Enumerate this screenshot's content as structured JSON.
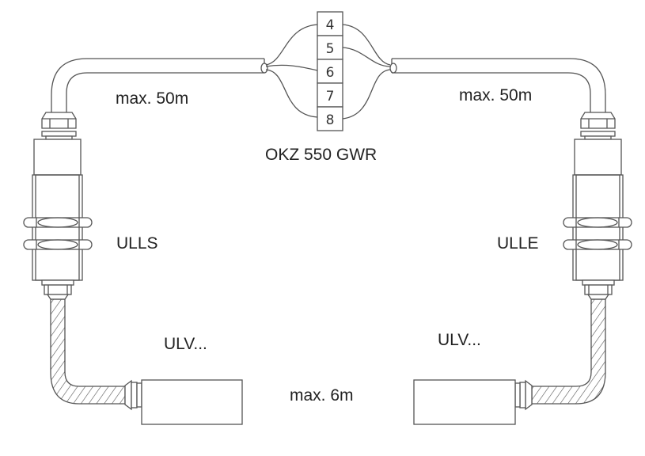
{
  "diagram": {
    "title": "OKZ 550 GWR",
    "terminal_block": {
      "terminals": [
        "4",
        "5",
        "6",
        "7",
        "8"
      ]
    },
    "labels": {
      "cable_left": "max. 50m",
      "cable_right": "max. 50m",
      "transmitter": "ULLS",
      "receiver": "ULLE",
      "deflector_left": "ULV...",
      "deflector_right": "ULV...",
      "bottom_distance": "max. 6m"
    },
    "colors": {
      "line": "#555555",
      "text": "#222222"
    }
  }
}
